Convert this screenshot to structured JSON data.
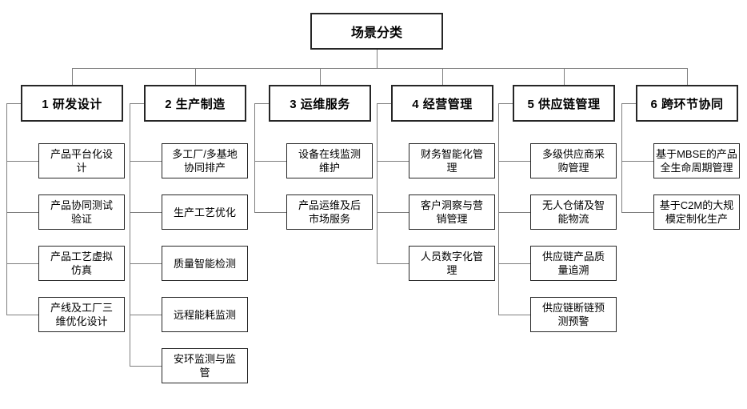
{
  "root": {
    "label": "场景分类"
  },
  "columns": [
    {
      "title": "1 研发设计",
      "children": [
        "产品平台化设\n计",
        "产品协同测试\n验证",
        "产品工艺虚拟\n仿真",
        "产线及工厂三\n维优化设计"
      ]
    },
    {
      "title": "2 生产制造",
      "children": [
        "多工厂/多基地\n协同排产",
        "生产工艺优化",
        "质量智能检测",
        "远程能耗监测",
        "安环监测与监\n管"
      ]
    },
    {
      "title": "3 运维服务",
      "children": [
        "设备在线监测\n维护",
        "产品运维及后\n市场服务"
      ]
    },
    {
      "title": "4 经营管理",
      "children": [
        "财务智能化管\n理",
        "客户洞察与营\n销管理",
        "人员数字化管\n理"
      ]
    },
    {
      "title": "5 供应链管理",
      "children": [
        "多级供应商采\n购管理",
        "无人仓储及智\n能物流",
        "供应链产品质\n量追溯",
        "供应链断链预\n测预警"
      ]
    },
    {
      "title": "6 跨环节协同",
      "children": [
        "基于MBSE的产品\n全生命周期管理",
        "基于C2M的大规\n模定制化生产"
      ]
    }
  ],
  "colors": {
    "background": "#ffffff",
    "box_border": "#262626",
    "connector": "#7f7f7f",
    "text": "#000000"
  }
}
